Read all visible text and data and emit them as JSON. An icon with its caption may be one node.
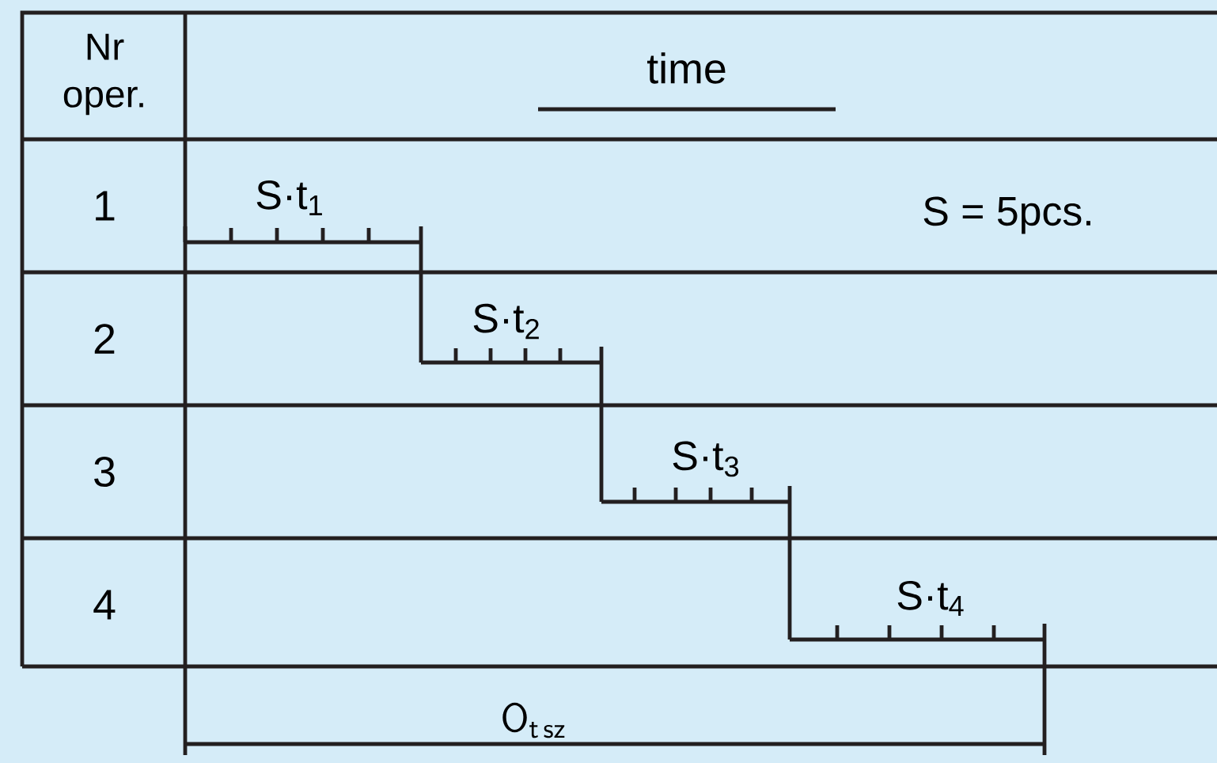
{
  "diagram": {
    "labels": [
      "Nr oper.",
      "time",
      "1",
      "S·t$_{1}$",
      "S = 5pcs.",
      "2",
      "S·t$_{2}$",
      "3",
      "S·t$_{3}$",
      "4",
      "S·t$_{4}$",
      "\\mathsf{O}_{\\mathsf{t\\,sz}}"
    ]
  }
}
